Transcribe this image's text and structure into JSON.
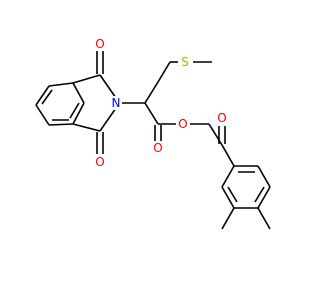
{
  "molecule": {
    "atoms": {
      "o_phthal_top": {
        "symbol": "O",
        "color": "#ff0000"
      },
      "o_phthal_bottom": {
        "symbol": "O",
        "color": "#ff0000"
      },
      "n_imide": {
        "symbol": "N",
        "color": "#0000ff"
      },
      "s_thioether": {
        "symbol": "S",
        "color": "#b2b200"
      },
      "o_carbonyl": {
        "symbol": "O",
        "color": "#ff0000"
      },
      "o_ester": {
        "symbol": "O",
        "color": "#ff0000"
      },
      "o_ketone": {
        "symbol": "O",
        "color": "#ff0000"
      }
    },
    "bond_color": "#000000"
  }
}
